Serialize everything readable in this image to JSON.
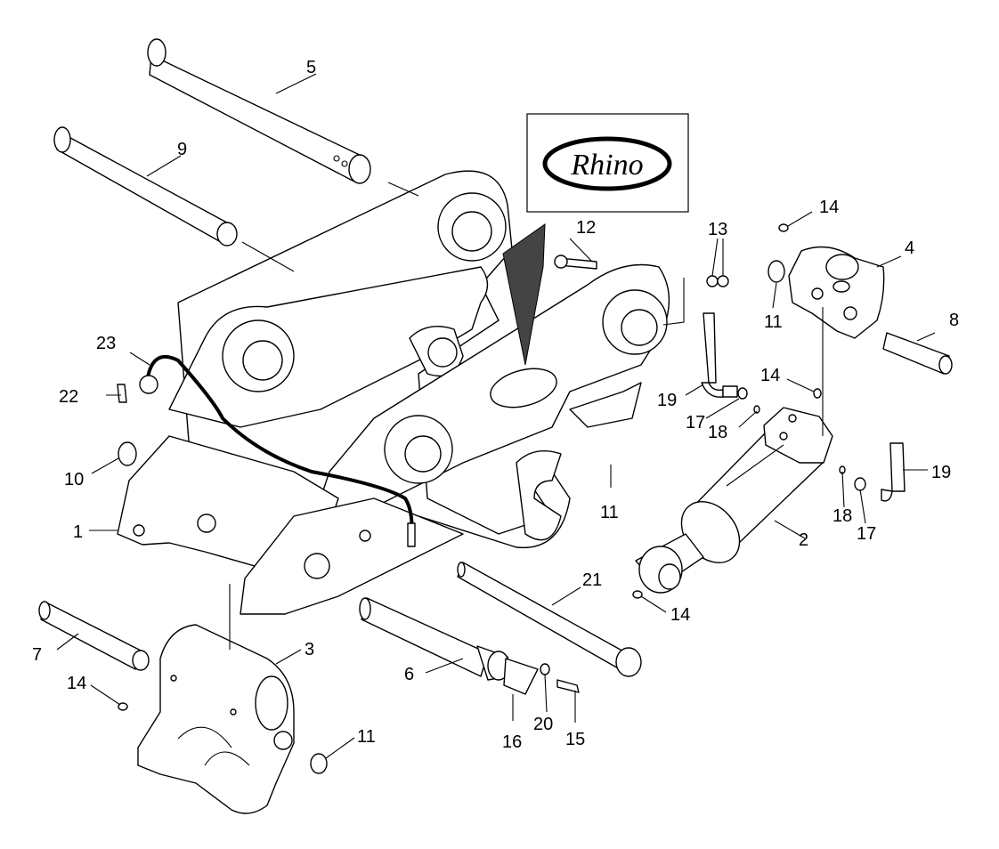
{
  "logo": {
    "text": "Rhino"
  },
  "callouts": {
    "c1": "1",
    "c2": "2",
    "c3": "3",
    "c4": "4",
    "c5": "5",
    "c6": "6",
    "c7": "7",
    "c8": "8",
    "c9": "9",
    "c10": "10",
    "c11a": "11",
    "c11b": "11",
    "c11c": "11",
    "c12": "12",
    "c13": "13",
    "c14a": "14",
    "c14b": "14",
    "c14c": "14",
    "c14d": "14",
    "c15": "15",
    "c16": "16",
    "c17a": "17",
    "c17b": "17",
    "c18a": "18",
    "c18b": "18",
    "c19a": "19",
    "c19b": "19",
    "c20": "20",
    "c21": "21",
    "c22": "22",
    "c23": "23"
  }
}
